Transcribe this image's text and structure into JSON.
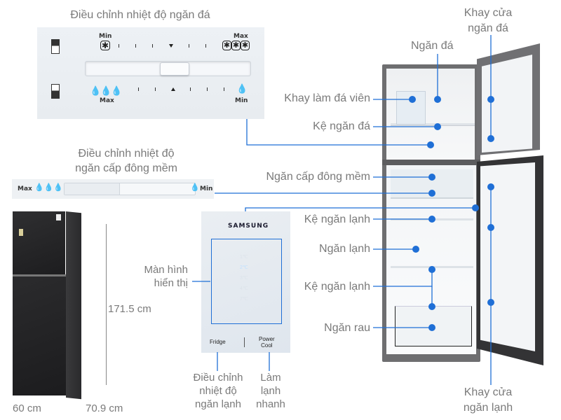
{
  "freezer_control": {
    "title": "Điều chỉnh nhiệt độ ngăn đá",
    "top_min": "Min",
    "top_max": "Max",
    "bottom_max": "Max",
    "bottom_min": "Min"
  },
  "soft_freeze_control": {
    "title_line1": "Điều chỉnh nhiệt độ",
    "title_line2": "ngăn cấp đông mềm",
    "max": "Max",
    "min": "Min"
  },
  "display_panel": {
    "brand": "SAMSUNG",
    "temps": [
      "1℃",
      "2℃",
      "3℃",
      "4℃",
      "7℃"
    ],
    "fridge_button": "Fridge",
    "power_cool_line1": "Power",
    "power_cool_line2": "Cool",
    "label_display_line1": "Màn hình",
    "label_display_line2": "hiển thị",
    "label_fridge_line1": "Điều chỉnh",
    "label_fridge_line2": "nhiệt độ",
    "label_fridge_line3": "ngăn lạnh",
    "label_cool_line1": "Làm",
    "label_cool_line2": "lạnh",
    "label_cool_line3": "nhanh"
  },
  "dimensions": {
    "height": "171.5 cm",
    "width": "60 cm",
    "depth": "70.9 cm"
  },
  "callouts": {
    "freezer_door_tray_line1": "Khay cửa",
    "freezer_door_tray_line2": "ngăn đá",
    "freezer": "Ngăn đá",
    "ice_tray": "Khay làm đá viên",
    "freezer_shelf": "Kệ ngăn đá",
    "soft_freeze": "Ngăn cấp đông mềm",
    "fridge_shelf_1": "Kệ ngăn lạnh",
    "fridge": "Ngăn lạnh",
    "fridge_shelf_2": "Kệ ngăn lạnh",
    "crisper": "Ngăn rau",
    "fridge_door_tray_line1": "Khay cửa",
    "fridge_door_tray_line2": "ngăn lạnh"
  },
  "colors": {
    "accent": "#1f6fd6",
    "label_text": "#7a7a7a",
    "fridge_body": "#2a2a2c"
  }
}
